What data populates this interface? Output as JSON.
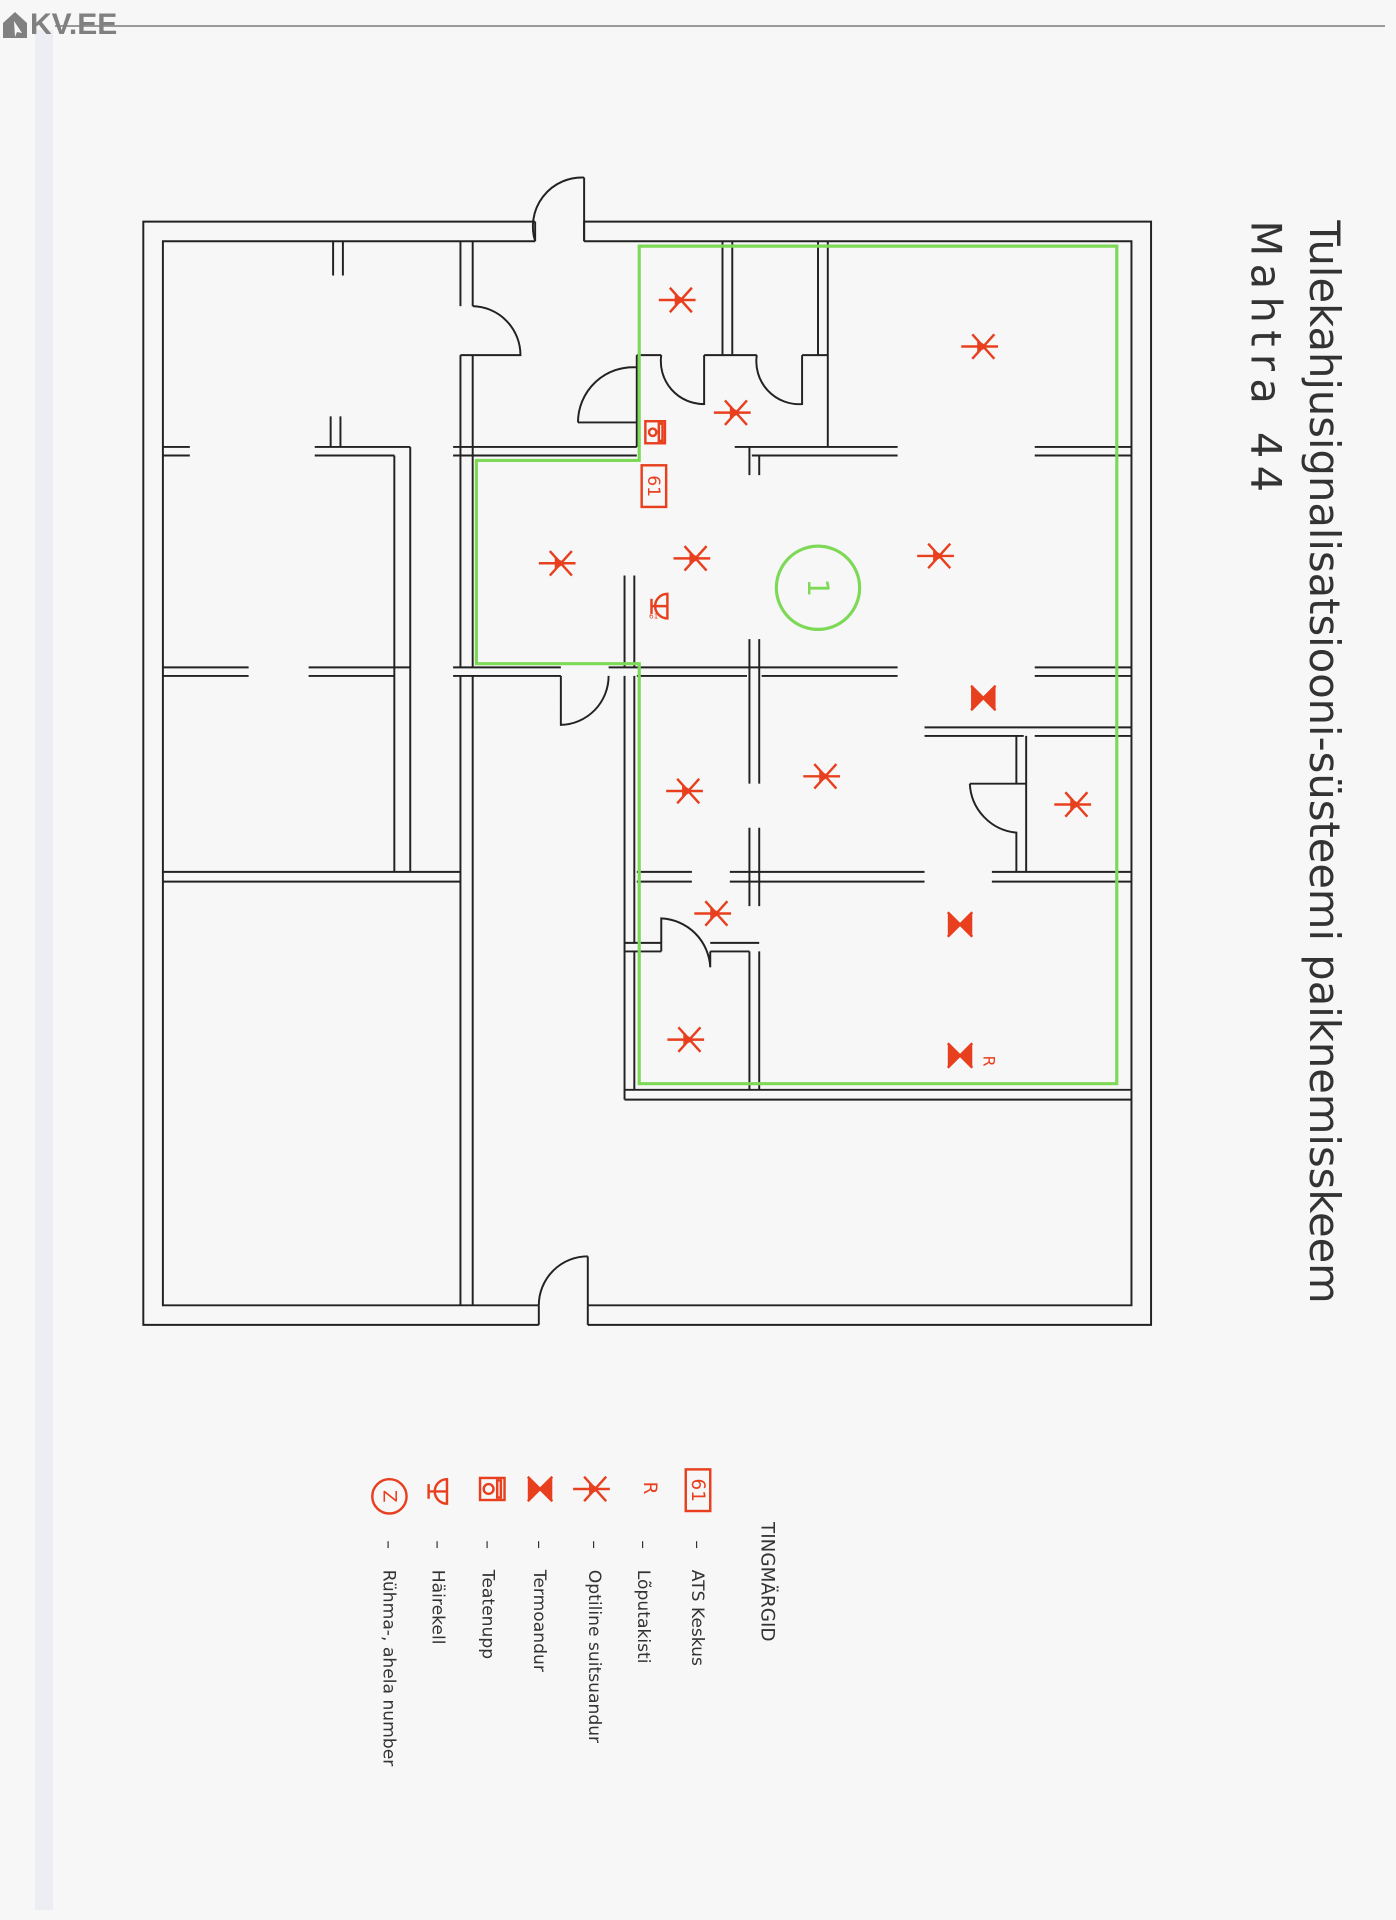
{
  "logo": {
    "text": "KV.EE"
  },
  "title": {
    "line1": "Tulekahjusignalisatsiooni-süsteemi paiknemisskeem",
    "line2": "Mahtra 44"
  },
  "plan": {
    "ats_label": "61",
    "group_number": "1",
    "end_key_label": "R",
    "bell_sub": "61"
  },
  "legend": {
    "heading": "TINGMÄRGID",
    "items": [
      {
        "symbol": "61",
        "label": "ATS Keskus"
      },
      {
        "symbol": "R",
        "label": "Lõputakisti"
      },
      {
        "symbol": "optical-smoke-detector-icon",
        "label": "Optiline suitsuandur"
      },
      {
        "symbol": "heat-detector-icon",
        "label": "Termoandur"
      },
      {
        "symbol": "call-point-icon",
        "label": "Teatenupp"
      },
      {
        "symbol": "alarm-bell-icon",
        "label": "Häirekell"
      },
      {
        "symbol": "Z",
        "label": "Rühma-, ahela number"
      }
    ],
    "dash": "–"
  },
  "colors": {
    "wall": "#222222",
    "zone": "#7ed957",
    "symbol": "#e8401f"
  }
}
